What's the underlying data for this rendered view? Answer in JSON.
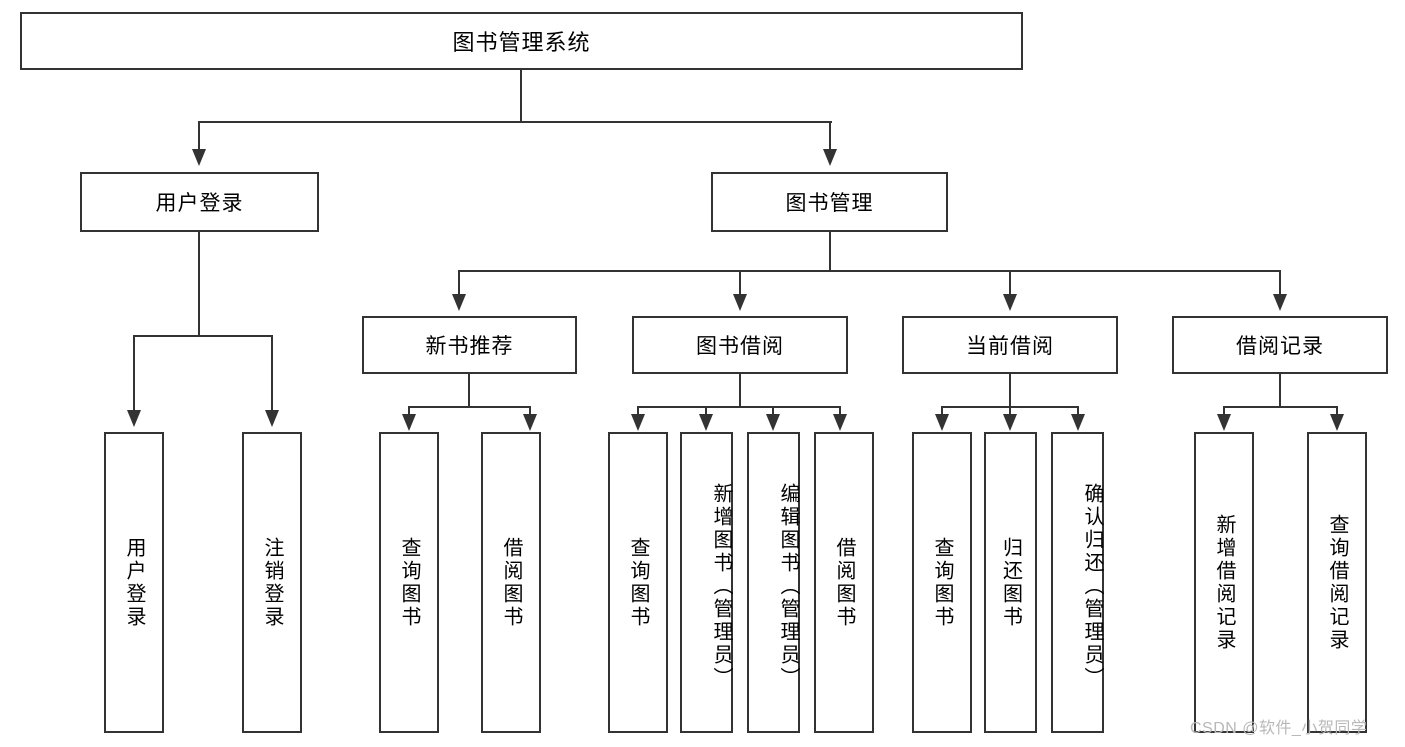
{
  "diagram": {
    "title": "图书管理系统",
    "type": "hierarchy-tree",
    "root": {
      "label": "图书管理系统"
    },
    "level2": [
      {
        "label": "用户登录"
      },
      {
        "label": "图书管理"
      }
    ],
    "level3": [
      {
        "label": "新书推荐"
      },
      {
        "label": "图书借阅"
      },
      {
        "label": "当前借阅"
      },
      {
        "label": "借阅记录"
      }
    ],
    "leaves": {
      "user_login": [
        {
          "label": "用户登录"
        },
        {
          "label": "注销登录"
        }
      ],
      "new_book_recommend": [
        {
          "label": "查询图书"
        },
        {
          "label": "借阅图书"
        }
      ],
      "book_borrow": [
        {
          "label": "查询图书"
        },
        {
          "label": "新增图书（管理员）"
        },
        {
          "label": "编辑图书（管理员）"
        },
        {
          "label": "借阅图书"
        }
      ],
      "current_borrow": [
        {
          "label": "查询图书"
        },
        {
          "label": "归还图书"
        },
        {
          "label": "确认归还（管理员）"
        }
      ],
      "borrow_record": [
        {
          "label": "新增借阅记录"
        },
        {
          "label": "查询借阅记录"
        }
      ]
    }
  },
  "watermark": {
    "text": "CSDN @软件_小贺同学"
  },
  "colors": {
    "border": "#333333",
    "background": "#ffffff",
    "text": "#000000",
    "watermark": "#b8b8b8"
  }
}
